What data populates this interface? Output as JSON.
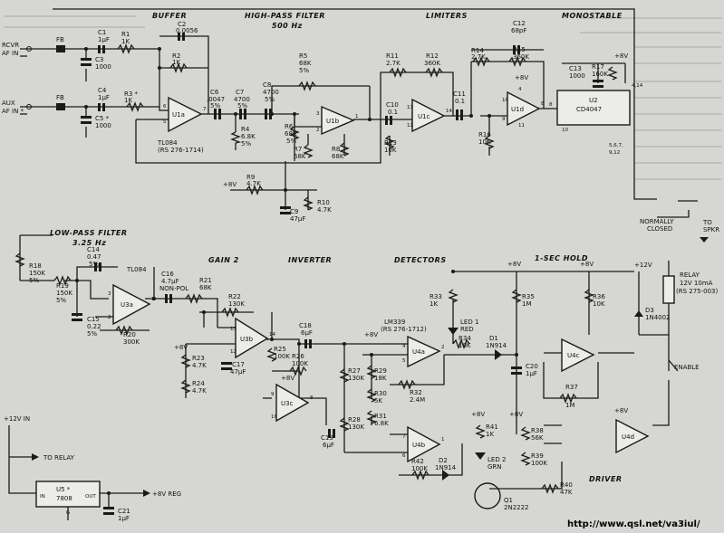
{
  "sections": {
    "buffer": "BUFFER",
    "highpass": "HIGH-PASS FILTER",
    "highpass_freq": "500 Hz",
    "limiters": "LIMITERS",
    "monostable": "MONOSTABLE",
    "lowpass": "LOW-PASS FILTER",
    "lowpass_freq": "3.25 Hz",
    "gain2": "GAIN 2",
    "inverter": "INVERTER",
    "detectors": "DETECTORS",
    "hold": "1-SEC HOLD",
    "driver": "DRIVER"
  },
  "inputs": {
    "rcvr": "RCVR",
    "rcvr2": "AF IN",
    "aux": "AUX",
    "aux2": "AF IN *",
    "fb1": "FB",
    "fb2": "FB"
  },
  "components": {
    "c1": "C1",
    "c1v": "1µF",
    "c2": "C2",
    "c2v": "0.0056",
    "c3": "C3",
    "c3v": "1000",
    "c4": "C4",
    "c4v": "1µF",
    "c5": "C5 *",
    "c5v": "1000",
    "r1": "R1",
    "r1v": "1K",
    "r2": "R2",
    "r2v": "1K",
    "r3": "R3 *",
    "r3v": "1K",
    "u1a": "U1a",
    "u1a_part": "TL084",
    "u1a_part2": "(RS 276-1714)",
    "c6": "C6",
    "c6v": ".0047",
    "c6t": "5%",
    "c7": "C7",
    "c7v": "4700",
    "c7t": "5%",
    "c8": "C8",
    "c8v": "4700",
    "c8t": "5%",
    "r4": "R4",
    "r4v": "6.8K",
    "r4t": "5%",
    "r5": "R5",
    "r5v": "68K",
    "r5t": "5%",
    "r6": "R6",
    "r6v": "68K",
    "r6t": "5%",
    "r7": "R7",
    "r7v": "68K",
    "r8": "R8",
    "r8v": "68K",
    "u1b": "U1b",
    "r9": "R9",
    "r9v": "4.7K",
    "r10": "R10",
    "r10v": "4.7K",
    "c9": "C9",
    "c9v": "47µF",
    "plus8v_a": "+8V",
    "r11": "R11",
    "r11v": "2.7K",
    "r12": "R12",
    "r12v": "360K",
    "r13": "R13",
    "r13v": "10K",
    "c10": "C10",
    "c10v": "0.1",
    "u1c": "U1c",
    "c11": "C11",
    "c11v": "0.1",
    "r14": "R14",
    "r14v": "2.7K",
    "c12": "C12",
    "c12v": "68pF",
    "r15": "R15",
    "r15v": "360K",
    "r16": "R16",
    "r16v": "10K",
    "u1d": "U1d",
    "plus8v_b": "+8V",
    "c13": "C13",
    "c13v": "1000",
    "r17": "R17",
    "r17v": "160K",
    "plus8v_c": "+8V",
    "u2": "U2",
    "u2_part": "CD4047",
    "u2_pins": "5,6,7,",
    "u2_pins2": "9,12",
    "u2_pin": "4,14",
    "normally_closed": "NORMALLY",
    "normally_closed2": "CLOSED",
    "to_spkr": "TO",
    "to_spkr2": "SPKR",
    "plus12v_relay": "+12V",
    "relay": "RELAY",
    "relay_v": "12V 10mA",
    "relay_part": "(RS 275-003)",
    "d3": "D3",
    "d3v": "1N4002",
    "enable": "ENABLE",
    "r18": "R18",
    "r18v": "150K",
    "r18t": "5%",
    "c14": "C14",
    "c14v": "0.47",
    "c14t": "5%",
    "r19": "R19",
    "r19v": "150K",
    "r19t": "5%",
    "c15": "C15",
    "c15v": "0.22",
    "c15t": "5%",
    "u3a_part": "TL084",
    "u3a": "U3a",
    "r20": "R20",
    "r20v": "300K",
    "c16": "C16",
    "c16v": "4.7µF",
    "c16t": "NON-POL",
    "r21": "R21",
    "r21v": "68K",
    "r22": "R22",
    "r22v": "130K",
    "u3b": "U3b",
    "plus8v_d": "+8V",
    "r23": "R23",
    "r23v": "4.7K",
    "r24": "R24",
    "r24v": "4.7K",
    "c17": "C17",
    "c17v": "47µF",
    "r25": "R25",
    "r25v": "100K",
    "r26": "R26",
    "r26v": "100K",
    "u3c": "U3c",
    "c18": "C18",
    "c18v": "6µF",
    "c19": "C19",
    "c19v": "6µF",
    "plus8v_e": "+8V",
    "r27": "R27",
    "r27v": "130K",
    "r28": "R28",
    "r28v": "130K",
    "r29": "R29",
    "r29v": "18K",
    "r30": "R30",
    "r30v": "5K",
    "r31": "R31",
    "r31v": "6.8K",
    "r32": "R32",
    "r32v": "2.4M",
    "lm339": "LM339",
    "lm339_part": "(RS 276-1712)",
    "u4a": "U4a",
    "u4b": "U4b",
    "plus8v_f": "+8V",
    "r33": "R33",
    "r33v": "1K",
    "led1": "LED 1",
    "led1v": "RED",
    "r34": "R34",
    "r34v": "10K",
    "d1": "D1",
    "d1v": "1N914",
    "r35": "R35",
    "r35v": "1M",
    "c20": "C20",
    "c20v": "1µF",
    "plus8v_g": "+8V",
    "r36": "R36",
    "r36v": "10K",
    "u4c": "U4c",
    "r37": "R37",
    "r37v": "1M",
    "plus8v_h": "+8V",
    "r41": "R41",
    "r41v": "1K",
    "led2": "LED 2",
    "led2v": "GRN",
    "r42": "R42",
    "r42v": "100K",
    "d2": "D2",
    "d2v": "1N914",
    "q1": "Q1",
    "q1v": "2N2222",
    "plus8v_i": "+8V",
    "r38": "R38",
    "r38v": "56K",
    "r39": "R39",
    "r39v": "100K",
    "r40": "R40",
    "r40v": "47K",
    "plus8v_j": "+8V",
    "u4d": "U4d",
    "plus12v_in": "+12V IN",
    "to_relay": "TO RELAY",
    "u5": "U5 *",
    "u5v": "7808",
    "u5_in": "IN",
    "u5_out": "OUT",
    "plus8v_reg": "+8V REG",
    "c21": "C21",
    "c21v": "1µF",
    "u5_g": "G"
  },
  "pins": {
    "p1": "1",
    "p2": "2",
    "p3": "3",
    "p4": "4",
    "p5": "5",
    "p6": "6",
    "p7": "7",
    "p8": "8",
    "p9": "9",
    "p10": "10",
    "p11": "11",
    "p12": "12",
    "p13": "13",
    "p14": "14"
  },
  "footer": {
    "url": "http://www.qsl.net/va3iul/"
  }
}
